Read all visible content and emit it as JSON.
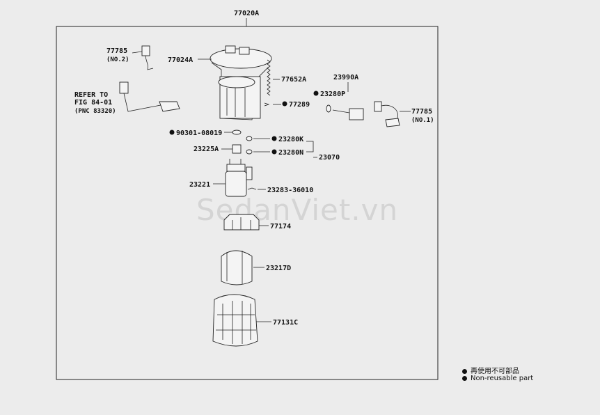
{
  "diagram": {
    "assembly_code": "77020A",
    "watermark": "SedanViet.vn",
    "labels": {
      "p77785_no2": "77785",
      "p77785_no2_sub": "(NO.2)",
      "p77024A": "77024A",
      "refer_1": "REFER TO",
      "refer_2": "FIG 84-01",
      "refer_3": "(PNC 83320)",
      "p77652A": "77652A",
      "p23990A": "23990A",
      "p23280P": "23280P",
      "p77289": "77289",
      "p77785_no1": "77785",
      "p77785_no1_sub": "(NO.1)",
      "p90301": "90301-08019",
      "p23280K": "23280K",
      "p23225A": "23225A",
      "p23280N": "23280N",
      "p23070": "23070",
      "p23221": "23221",
      "p23283": "23283-36010",
      "p77174": "77174",
      "p23217D": "23217D",
      "p77131C": "77131C"
    }
  },
  "legend": {
    "japanese": "再使用不可部品",
    "english": "Non-reusable part"
  }
}
